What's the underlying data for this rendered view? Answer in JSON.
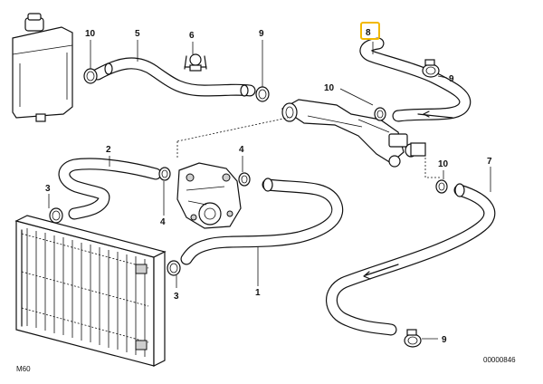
{
  "callouts": {
    "c1": "1",
    "c2": "2",
    "c3a": "3",
    "c3b": "3",
    "c4a": "4",
    "c4b": "4",
    "c5": "5",
    "c6": "6",
    "c7": "7",
    "c8": "8",
    "c9a": "9",
    "c9b": "9",
    "c9c": "9",
    "c10a": "10",
    "c10b": "10",
    "c10c": "10"
  },
  "footer": {
    "model": "M60",
    "diagram_id": "00000846"
  },
  "colors": {
    "line": "#111111",
    "highlight": "#f2b800",
    "background": "#ffffff"
  }
}
